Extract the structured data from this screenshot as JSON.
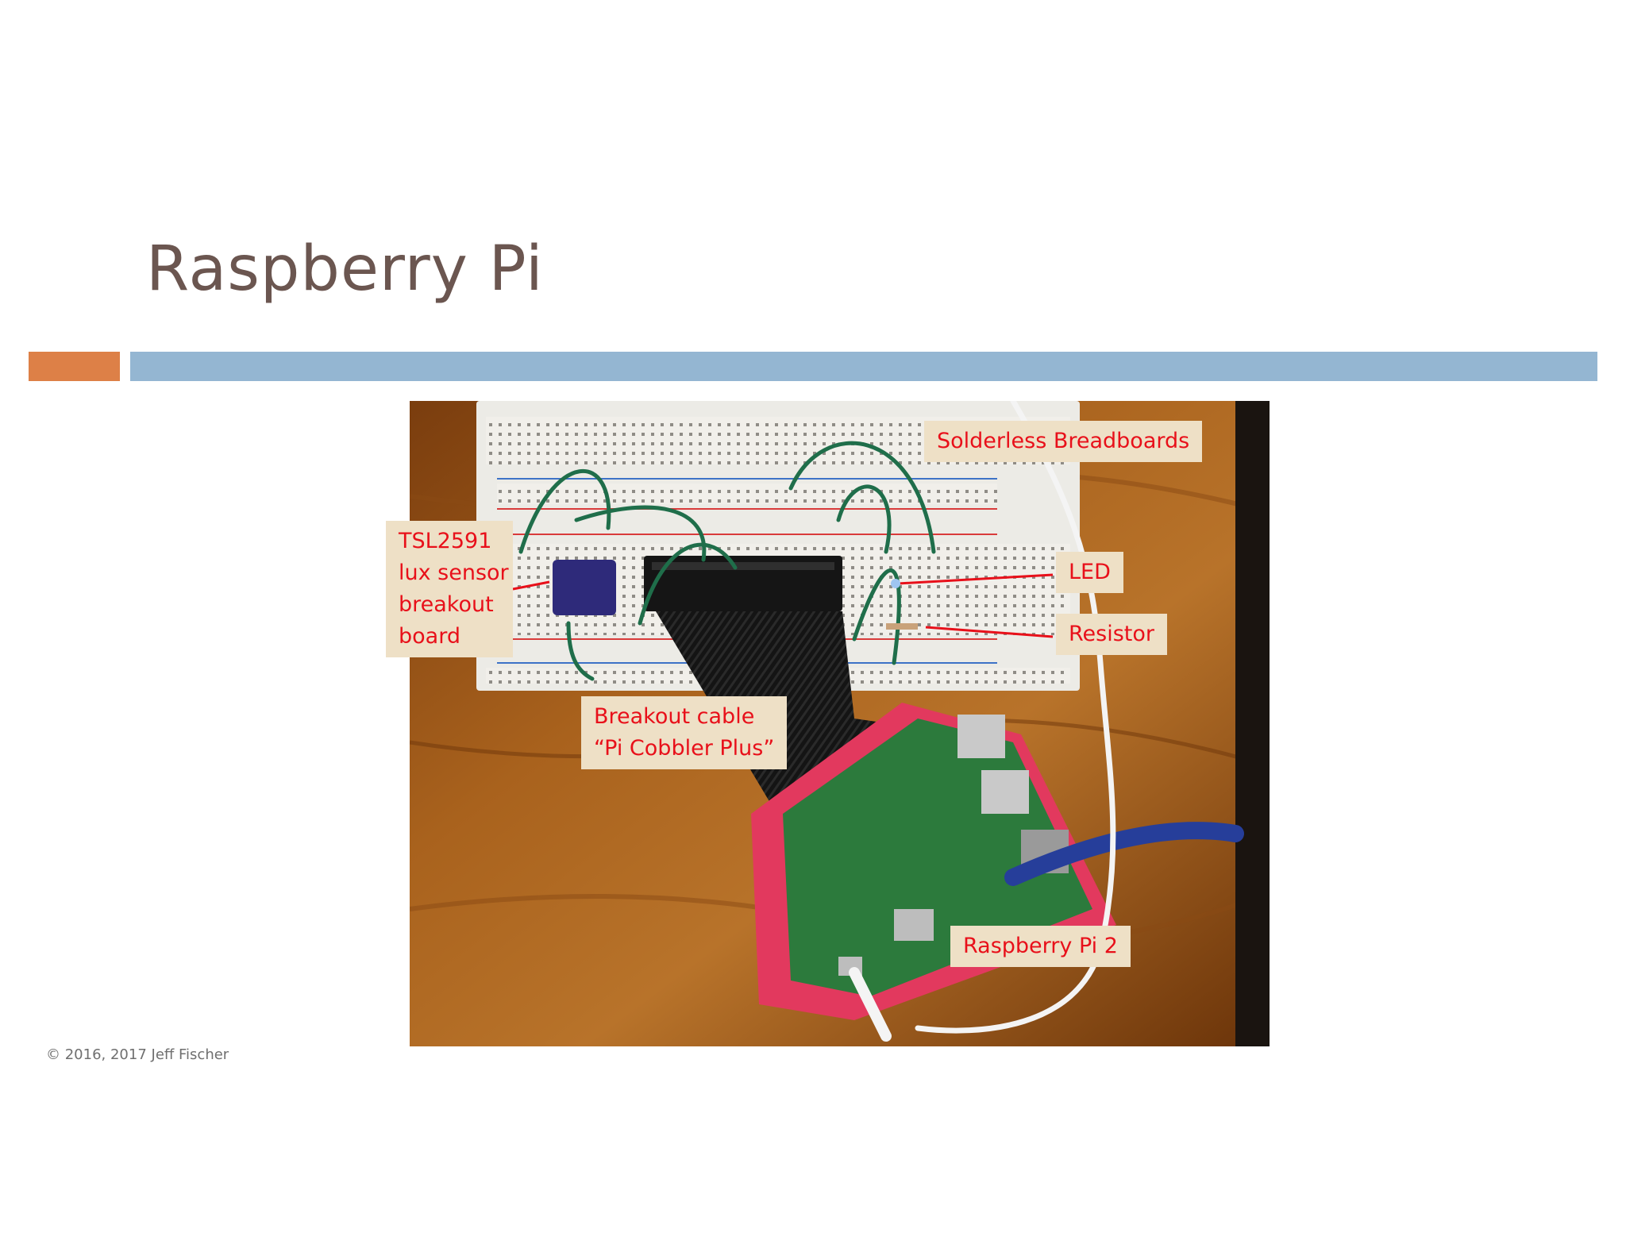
{
  "slide": {
    "title": "Raspberry Pi",
    "footer": "© 2016, 2017 Jeff Fischer",
    "accent_colors": {
      "title_text": "#6b5650",
      "orange_bar": "#dd8047",
      "blue_bar": "#94b6d2",
      "callout_bg": "#eee0c6",
      "callout_text": "#e8101a"
    }
  },
  "photo": {
    "callouts": {
      "breadboards": "Solderless Breadboards",
      "sensor_line1": "TSL2591",
      "sensor_line2": "lux sensor",
      "sensor_line3": "breakout",
      "sensor_line4": "board",
      "led": "LED",
      "resistor": "Resistor",
      "cable_line1": "Breakout cable",
      "cable_line2": "“Pi Cobbler Plus”",
      "pi": "Raspberry Pi 2"
    }
  }
}
